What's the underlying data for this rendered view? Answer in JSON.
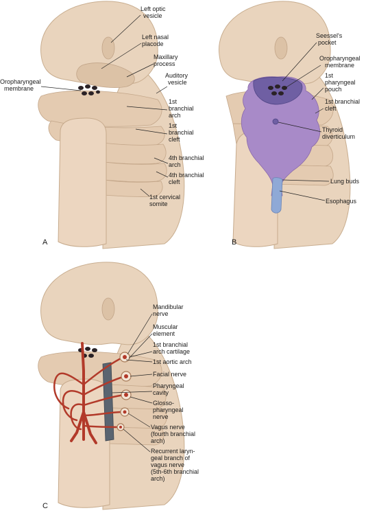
{
  "panels": {
    "a": {
      "letter": "A",
      "labels": {
        "left_optic_vesicle": [
          "Left optic",
          "vesicle"
        ],
        "left_nasal_placode": [
          "Left nasal",
          "placode"
        ],
        "maxillary_process": [
          "Maxillary",
          "process"
        ],
        "auditory_vesicle": [
          "Auditory",
          "vesicle"
        ],
        "oropharyngeal_membrane": [
          "Oropharyngeal",
          "membrane"
        ],
        "first_branchial_arch": [
          "1st",
          "branchial",
          "arch"
        ],
        "first_branchial_cleft": [
          "1st",
          "branchial",
          "cleft"
        ],
        "fourth_branchial_arch": [
          "4th branchial",
          "arch"
        ],
        "fourth_branchial_cleft": [
          "4th branchial",
          "cleft"
        ],
        "first_cervical_somite": [
          "1st cervical",
          "somite"
        ]
      }
    },
    "b": {
      "letter": "B",
      "labels": {
        "seessels_pocket": [
          "Seessel's",
          "pocket"
        ],
        "oropharyngeal_membrane": [
          "Oropharyngeal",
          "membrane"
        ],
        "first_pharyngeal_pouch": [
          "1st",
          "pharyngeal",
          "pouch"
        ],
        "first_branchial_cleft": [
          "1st branchial",
          "cleft"
        ],
        "thyroid_diverticulum": [
          "Thyroid",
          "diverticulum"
        ],
        "lung_buds": [
          "Lung buds"
        ],
        "esophagus": [
          "Esophagus"
        ]
      }
    },
    "c": {
      "letter": "C",
      "labels": {
        "mandibular_nerve": [
          "Mandibular",
          "nerve"
        ],
        "muscular_element": [
          "Muscular",
          "element"
        ],
        "first_branchial_arch_cartilage": [
          "1st branchial",
          "arch cartilage"
        ],
        "first_aortic_arch": [
          "1st aortic arch"
        ],
        "facial_nerve": [
          "Facial nerve"
        ],
        "pharyngeal_cavity": [
          "Pharyngeal",
          "cavity"
        ],
        "glossopharyngeal_nerve": [
          "Glosso-",
          "pharyngeal",
          "nerve"
        ],
        "vagus_nerve": [
          "Vagus nerve",
          "(fourth branchial",
          "arch)"
        ],
        "recurrent_laryngeal_branch": [
          "Recurrent laryn-",
          "geal branch of",
          "vagus nerve",
          "(5th-6th branchial",
          "arch)"
        ]
      }
    }
  }
}
